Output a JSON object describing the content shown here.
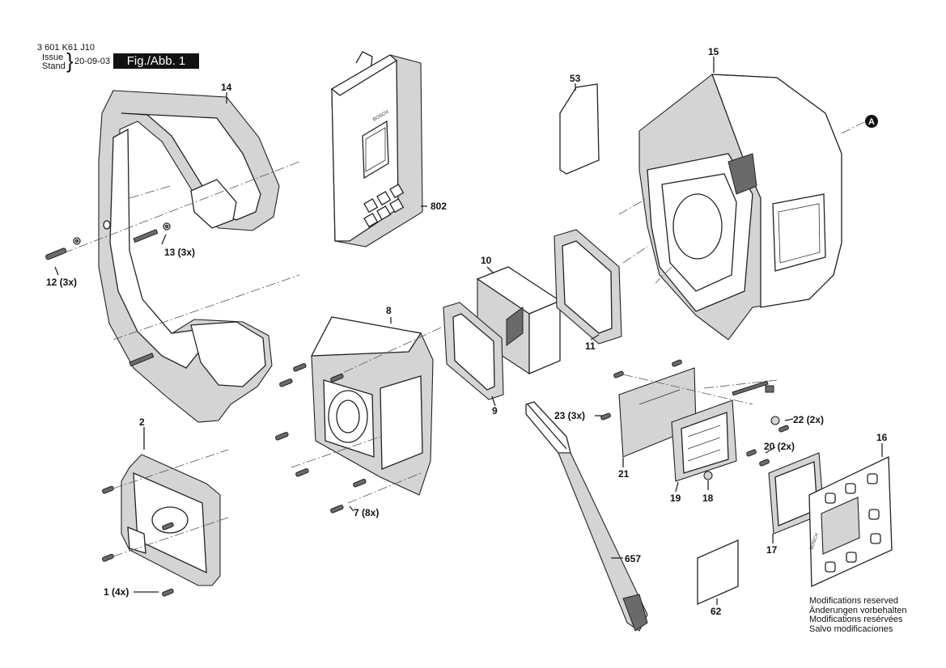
{
  "header": {
    "part_number": "3 601 K61 J10",
    "issue_label": "Issue",
    "stand_label": "Stand",
    "date": "20-09-03",
    "figure": "Fig./Abb. 1"
  },
  "parts": [
    {
      "id": "1",
      "label": "1 (4x)"
    },
    {
      "id": "2",
      "label": "2"
    },
    {
      "id": "7",
      "label": "7 (8x)"
    },
    {
      "id": "8",
      "label": "8"
    },
    {
      "id": "9",
      "label": "9"
    },
    {
      "id": "10",
      "label": "10"
    },
    {
      "id": "11",
      "label": "11"
    },
    {
      "id": "12",
      "label": "12 (3x)"
    },
    {
      "id": "13",
      "label": "13 (3x)"
    },
    {
      "id": "14",
      "label": "14"
    },
    {
      "id": "15",
      "label": "15"
    },
    {
      "id": "16",
      "label": "16"
    },
    {
      "id": "17",
      "label": "17"
    },
    {
      "id": "18",
      "label": "18"
    },
    {
      "id": "19",
      "label": "19"
    },
    {
      "id": "20",
      "label": "20 (2x)"
    },
    {
      "id": "21",
      "label": "21"
    },
    {
      "id": "22",
      "label": "22 (2x)"
    },
    {
      "id": "23",
      "label": "23 (3x)"
    },
    {
      "id": "53",
      "label": "53"
    },
    {
      "id": "62",
      "label": "62"
    },
    {
      "id": "657",
      "label": "657"
    },
    {
      "id": "802",
      "label": "802"
    }
  ],
  "callout": {
    "letter": "A"
  },
  "brand_marks": {
    "device": "BOSCH",
    "panel": "BOSCH"
  },
  "notice": [
    "Modifications reserved",
    "Änderungen vorbehalten",
    "Modifications resérvées",
    "Salvo modificaciones"
  ]
}
